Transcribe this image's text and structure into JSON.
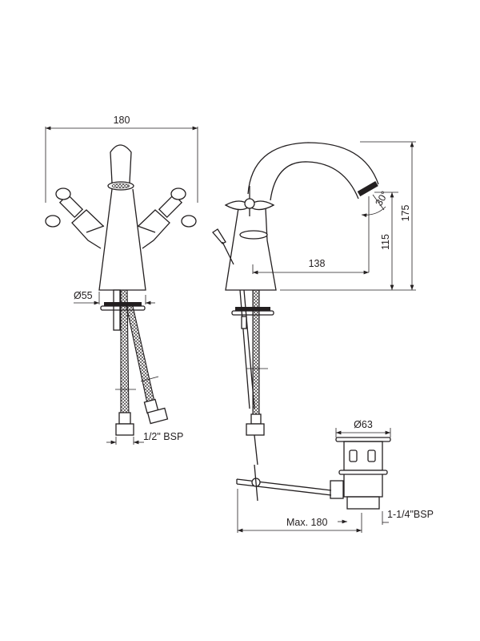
{
  "drawing": {
    "front_view": {
      "width_label": "180",
      "base_diameter_label": "Ø55",
      "connection_label": "1/2\" BSP"
    },
    "side_view": {
      "spout_reach_label": "138",
      "spout_height_label": "115",
      "total_height_label": "175",
      "spout_angle_label": "30°"
    },
    "waste": {
      "diameter_label": "Ø63",
      "rod_length_label": "Max. 180",
      "thread_label": "1-1/4\"BSP"
    }
  }
}
